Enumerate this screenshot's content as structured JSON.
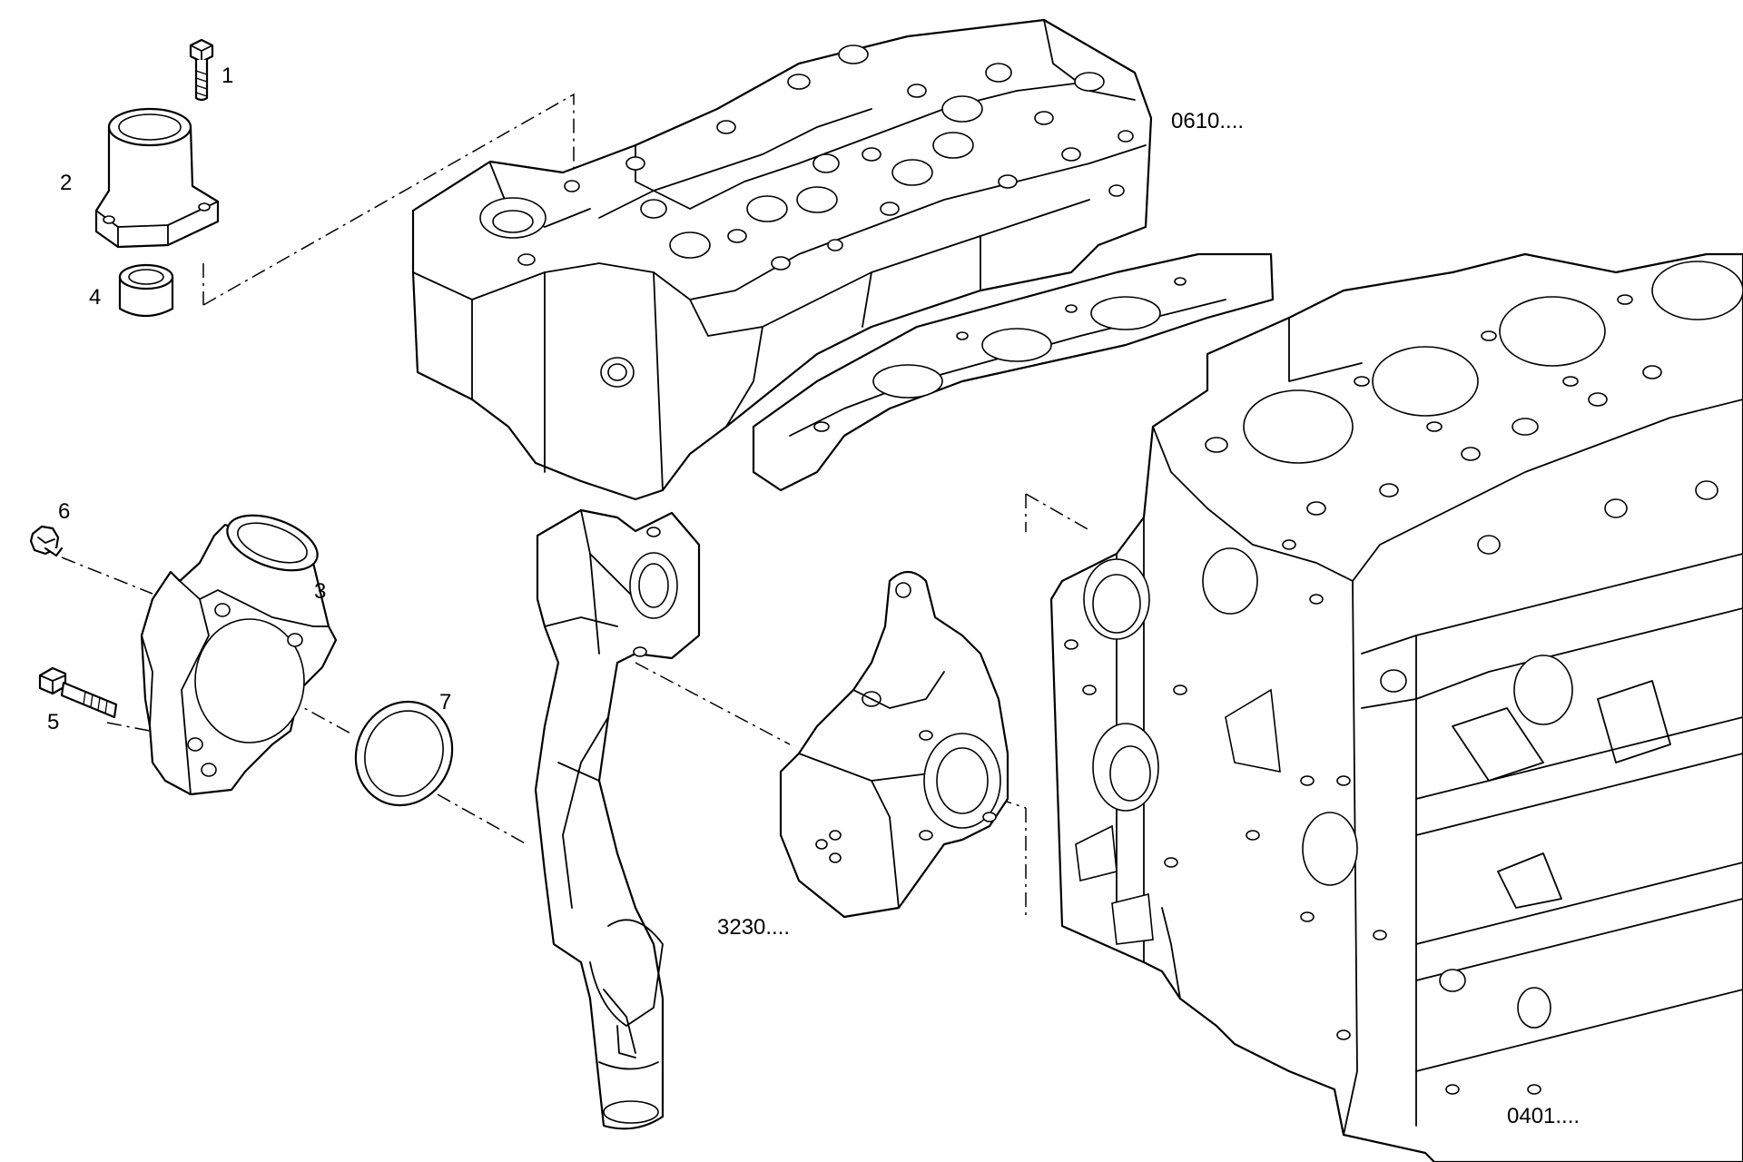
{
  "callouts": {
    "p1": "1",
    "p2": "2",
    "p3": "3",
    "p4": "4",
    "p5": "5",
    "p6": "6",
    "p7": "7"
  },
  "references": {
    "cylinder_head": "0610....",
    "water_pipe": "3230....",
    "engine_block": "0401...."
  }
}
